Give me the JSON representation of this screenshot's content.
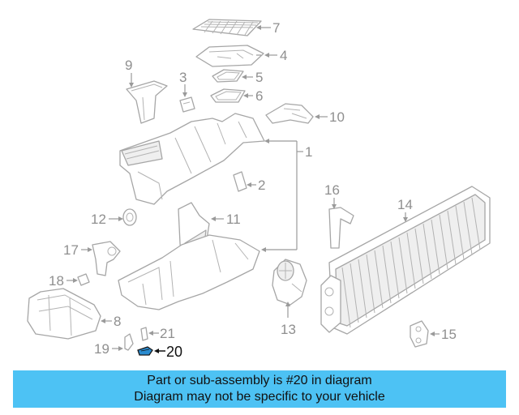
{
  "callouts": {
    "c1": "1",
    "c2": "2",
    "c3": "3",
    "c4": "4",
    "c5": "5",
    "c6": "6",
    "c7": "7",
    "c8": "8",
    "c9": "9",
    "c10": "10",
    "c11": "11",
    "c12": "12",
    "c13": "13",
    "c14": "14",
    "c15": "15",
    "c16": "16",
    "c17": "17",
    "c18": "18",
    "c19": "19",
    "c20": "20",
    "c21": "21"
  },
  "highlighted_part": "20",
  "colors": {
    "banner": "#4dc2f4",
    "highlight": "#2a8bd0",
    "linework": "#a6a6a6"
  },
  "banner": {
    "line1": "Part or sub-assembly is #20 in diagram",
    "line2": "Diagram may not be specific to your vehicle"
  }
}
